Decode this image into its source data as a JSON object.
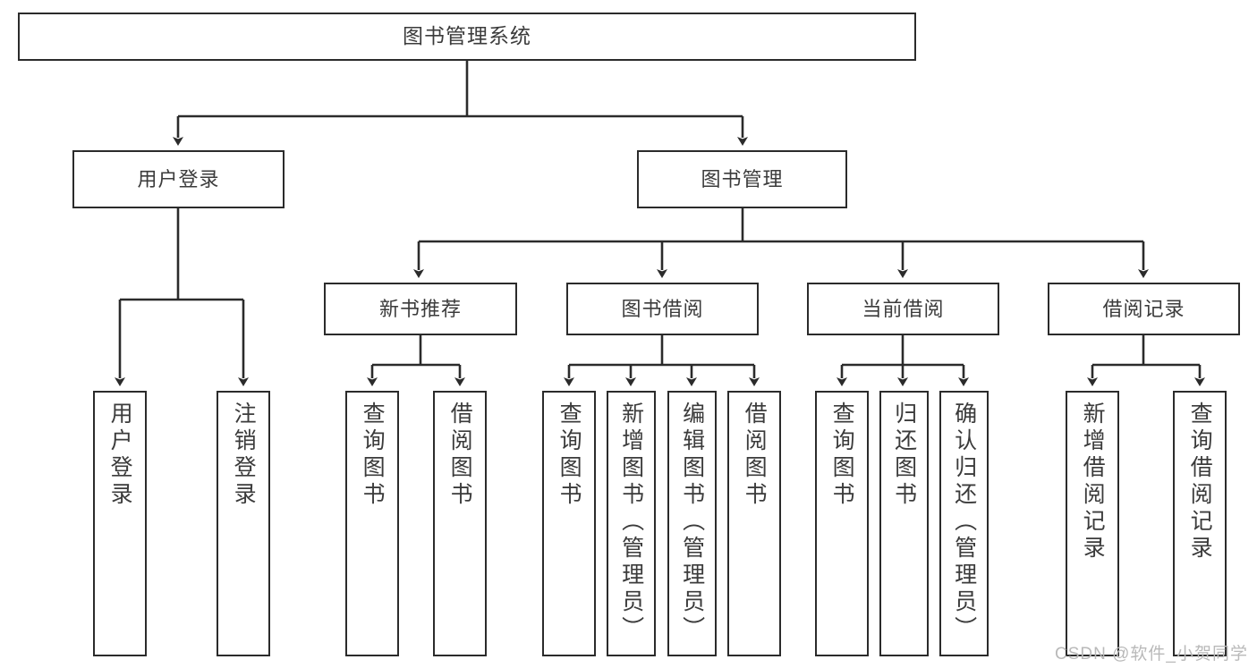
{
  "diagram": {
    "title": "图书管理系统",
    "watermark": "CSDN @软件_小贺同学",
    "colors": {
      "background": "#ffffff",
      "box_border": "#2b2b2b",
      "box_fill": "#ffffff",
      "text": "#3b3b3b",
      "connector": "#2b2b2b",
      "watermark": "#b9b9b9"
    }
  },
  "nodes": {
    "root": {
      "label": "图书管理系统"
    },
    "level2": [
      {
        "id": "user-login",
        "label": "用户登录"
      },
      {
        "id": "book-management",
        "label": "图书管理"
      }
    ],
    "level3": [
      {
        "id": "new-book-recommend",
        "label": "新书推荐"
      },
      {
        "id": "book-borrow",
        "label": "图书借阅"
      },
      {
        "id": "current-borrow",
        "label": "当前借阅"
      },
      {
        "id": "borrow-record",
        "label": "借阅记录"
      }
    ],
    "leaves": [
      {
        "id": "leaf-user-login",
        "label": "用户登录",
        "parent": "user-login"
      },
      {
        "id": "leaf-logout",
        "label": "注销登录",
        "parent": "user-login"
      },
      {
        "id": "leaf-query-book-1",
        "label": "查询图书",
        "parent": "new-book-recommend"
      },
      {
        "id": "leaf-borrow-book-1",
        "label": "借阅图书",
        "parent": "new-book-recommend"
      },
      {
        "id": "leaf-query-book-2",
        "label": "查询图书",
        "parent": "book-borrow"
      },
      {
        "id": "leaf-add-book",
        "label": "新增图书（管理员）",
        "parent": "book-borrow"
      },
      {
        "id": "leaf-edit-book",
        "label": "编辑图书（管理员）",
        "parent": "book-borrow"
      },
      {
        "id": "leaf-borrow-book-2",
        "label": "借阅图书",
        "parent": "book-borrow"
      },
      {
        "id": "leaf-query-book-3",
        "label": "查询图书",
        "parent": "current-borrow"
      },
      {
        "id": "leaf-return-book",
        "label": "归还图书",
        "parent": "current-borrow"
      },
      {
        "id": "leaf-confirm-return",
        "label": "确认归还（管理员）",
        "parent": "current-borrow"
      },
      {
        "id": "leaf-add-borrow-record",
        "label": "新增借阅记录",
        "parent": "borrow-record"
      },
      {
        "id": "leaf-query-borrow-record",
        "label": "查询借阅记录",
        "parent": "borrow-record"
      }
    ]
  }
}
